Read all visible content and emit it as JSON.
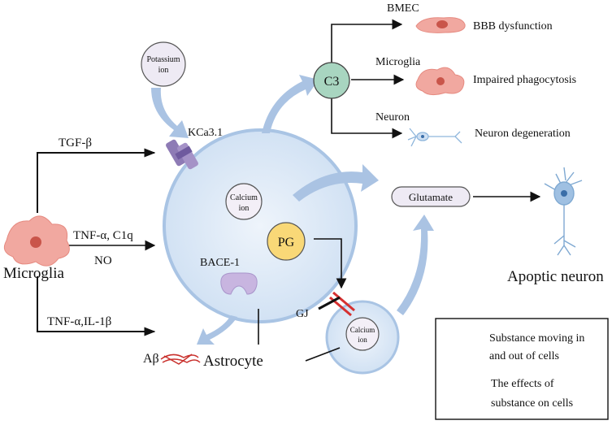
{
  "nodes": {
    "potassium_line1": "Potassium",
    "potassium_line2": "ion",
    "c3": "C3",
    "calcium_line1": "Calcium",
    "calcium_line2": "ion",
    "pg": "PG",
    "glutamate": "Glutamate",
    "small_calcium_line1": "Calcium",
    "small_calcium_line2": "ion"
  },
  "labels": {
    "kca31": "KCa3.1",
    "tgf_beta": "TGF-β",
    "tnf_c1q": "TNF-α, C1q",
    "no": "NO",
    "tnf_il1b": "TNF-α,IL-1β",
    "microglia_left": "Microglia",
    "bace1": "BACE-1",
    "abeta": "Aβ",
    "astrocyte": "Astrocyte",
    "gj": "GJ",
    "apoptic_neuron": "Apoptic neuron"
  },
  "targets": [
    {
      "cell": "BMEC",
      "effect": "BBB dysfunction"
    },
    {
      "cell": "Microglia",
      "effect": "Impaired phagocytosis"
    },
    {
      "cell": "Neuron",
      "effect": "Neuron degeneration"
    }
  ],
  "legend": {
    "substance_line1": "Substance moving in",
    "substance_line2": "and out of cells",
    "effects_line1": "The effects of",
    "effects_line2": "substance on cells"
  },
  "colors": {
    "astrocyte_fill": "#dce9f6",
    "astrocyte_stroke": "#a9c4e4",
    "c3_fill": "#a8d5c0",
    "pg_fill": "#f9d877",
    "node_fill": "#eeeaf4",
    "flow_arrow": "#aac3e3",
    "microglia_cell": "#f1a8a0",
    "gap_junction": "#d63030"
  }
}
